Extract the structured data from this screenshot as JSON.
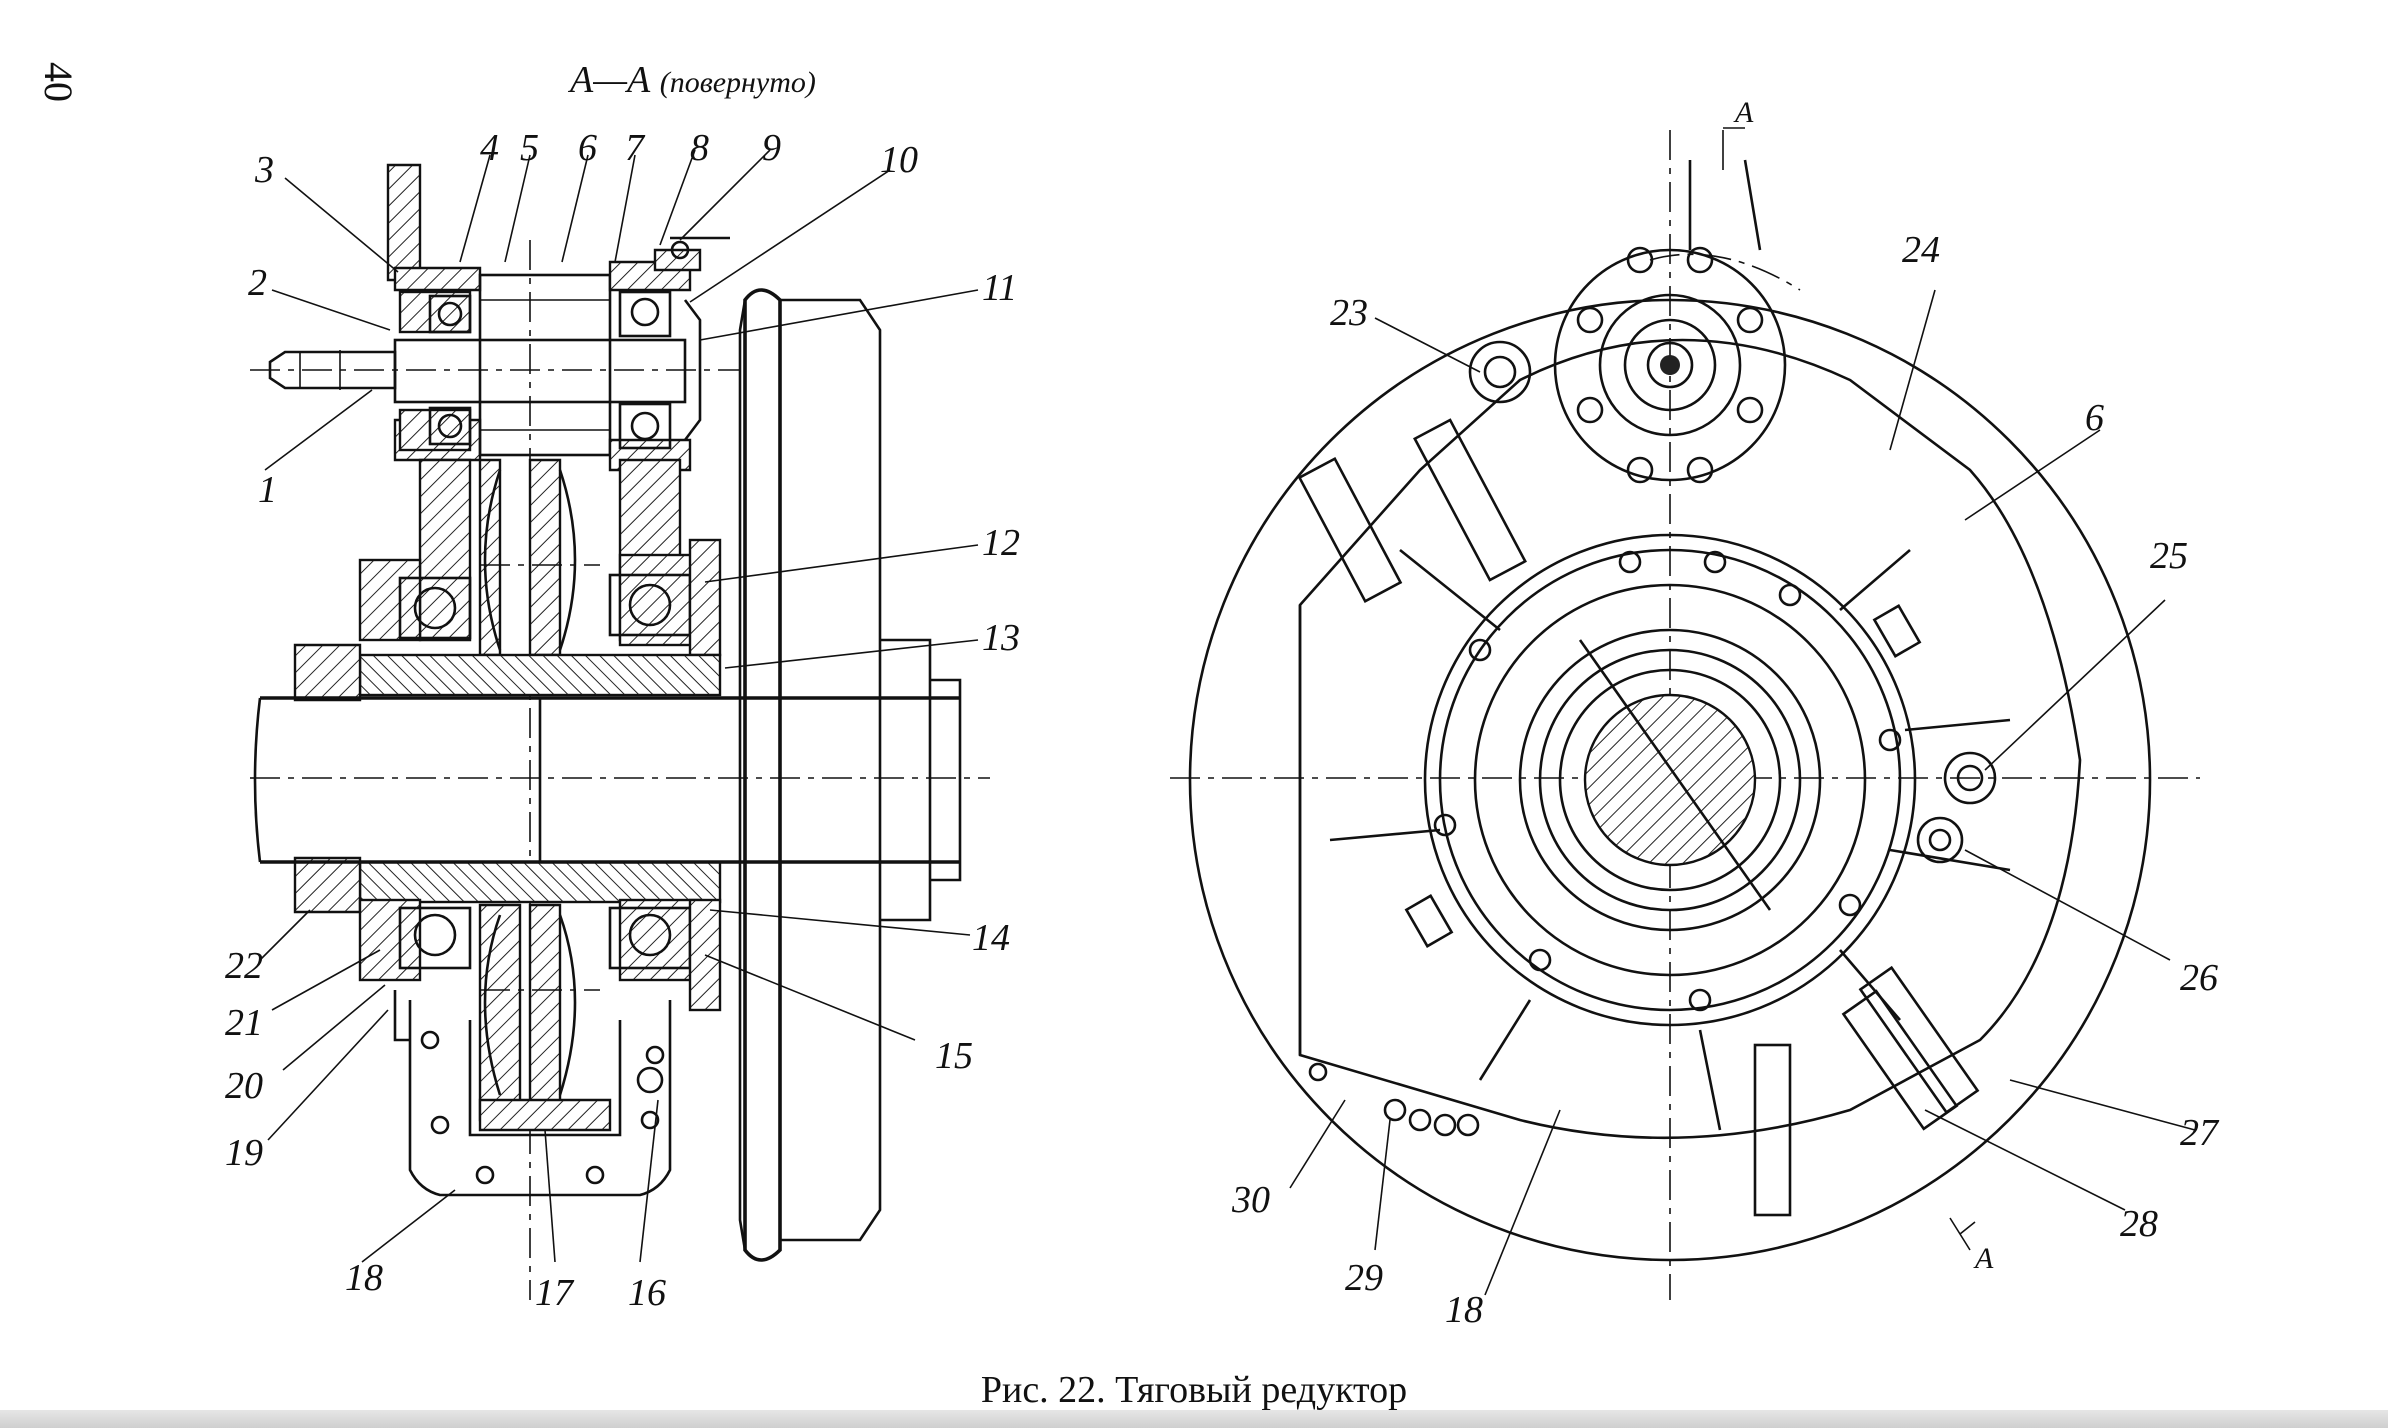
{
  "page_number": "40",
  "section_title": {
    "main": "А—А",
    "sub": "(повернуто)"
  },
  "caption": "Рис. 22. Тяговый редуктор",
  "section_marks": [
    "А",
    "А"
  ],
  "callouts": {
    "left": [
      "1",
      "2",
      "3",
      "4",
      "5",
      "6",
      "7",
      "8",
      "9",
      "10",
      "11",
      "12",
      "13",
      "14",
      "15",
      "16",
      "17",
      "18",
      "19",
      "20",
      "21",
      "22"
    ],
    "right": [
      "6",
      "18",
      "23",
      "24",
      "25",
      "26",
      "27",
      "28",
      "29",
      "30"
    ]
  }
}
